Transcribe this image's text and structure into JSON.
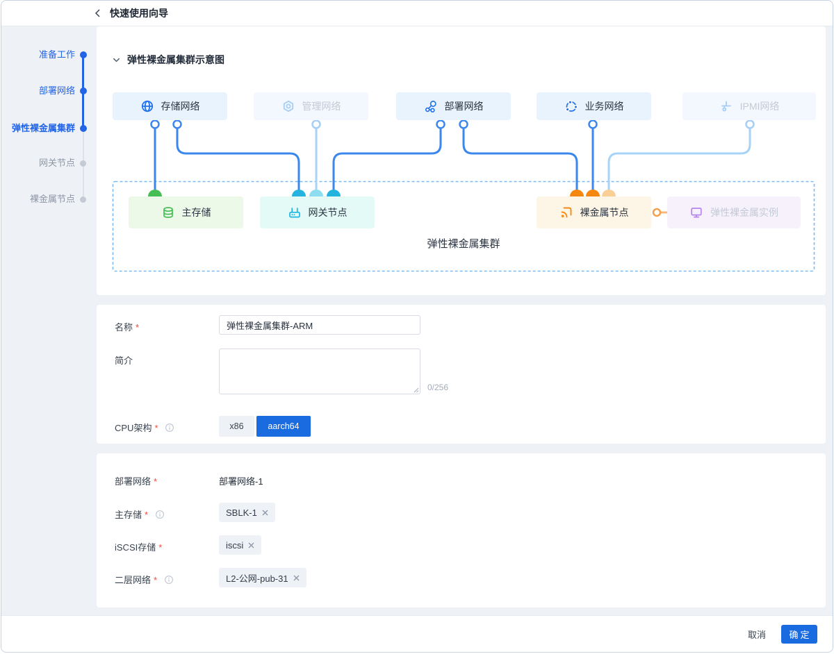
{
  "page": {
    "title": "快速使用向导"
  },
  "stepper": {
    "items": [
      {
        "label": "准备工作",
        "state": "done"
      },
      {
        "label": "部署网络",
        "state": "done"
      },
      {
        "label": "弹性裸金属集群",
        "state": "current"
      },
      {
        "label": "网关节点",
        "state": "pending"
      },
      {
        "label": "裸金属节点",
        "state": "pending"
      }
    ]
  },
  "diagram": {
    "section_title": "弹性裸金属集群示意图",
    "cluster_label": "弹性裸金属集群",
    "top_nodes": [
      {
        "label": "存储网络",
        "icon": "globe-icon",
        "state": "active"
      },
      {
        "label": "管理网络",
        "icon": "nut-icon",
        "state": "inactive"
      },
      {
        "label": "部署网络",
        "icon": "share-nodes-icon",
        "state": "active"
      },
      {
        "label": "业务网络",
        "icon": "circle-nodes-icon",
        "state": "active"
      },
      {
        "label": "IPMI网络",
        "icon": "probe-icon",
        "state": "inactive"
      }
    ],
    "bottom_nodes": [
      {
        "label": "主存储",
        "icon": "database-icon",
        "state": "active"
      },
      {
        "label": "网关节点",
        "icon": "router-icon",
        "state": "active"
      },
      {
        "label": "裸金属节点",
        "icon": "signal-icon",
        "state": "active"
      },
      {
        "label": "弹性裸金属实例",
        "icon": "monitor-icon",
        "state": "inactive"
      }
    ]
  },
  "form_basic": {
    "name_label": "名称",
    "name_value": "弹性裸金属集群-ARM",
    "desc_label": "简介",
    "desc_value": "",
    "counter": "0/256",
    "cpu_label": "CPU架构",
    "cpu_options": [
      "x86",
      "aarch64"
    ],
    "cpu_selected": "aarch64"
  },
  "form_network": {
    "deploy_label": "部署网络",
    "deploy_value": "部署网络-1",
    "storage_label": "主存储",
    "storage_tag": "SBLK-1",
    "iscsi_label": "iSCSI存储",
    "iscsi_tag": "iscsi",
    "l2_label": "二层网络",
    "l2_tag": "L2-公网-pub-31"
  },
  "footer": {
    "cancel": "取消",
    "confirm": "确定"
  },
  "misc": {
    "required_marker": "*"
  },
  "colors": {
    "accent": "#1a6ae0",
    "stepper_blue": "#2264e6",
    "line_blue": "#3b87ee",
    "line_light_blue": "#a8d3f8",
    "green": "#45bf55",
    "cyan": "#1db5e3",
    "orange": "#f78a17",
    "light_orange": "#f9cf97",
    "purple": "#b585ea",
    "dashed_border": "#7abaf3"
  }
}
